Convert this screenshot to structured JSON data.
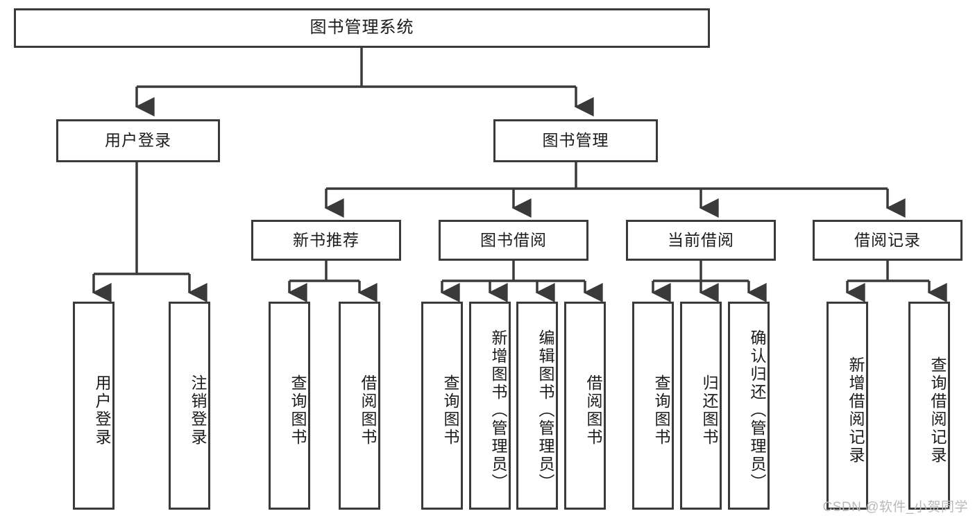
{
  "diagram": {
    "type": "tree-hierarchy",
    "title": "图书管理系统",
    "orientation": "top-down",
    "colors": {
      "box_border": "#3a3a3a",
      "box_fill": "#ffffff",
      "connector": "#3a3a3a",
      "text": "#1b1b1b",
      "watermark": "#b9b9b9"
    },
    "root": {
      "label": "图书管理系统"
    },
    "level1": [
      {
        "label": "用户登录"
      },
      {
        "label": "图书管理"
      }
    ],
    "level2": [
      {
        "label": "新书推荐"
      },
      {
        "label": "图书借阅"
      },
      {
        "label": "当前借阅"
      },
      {
        "label": "借阅记录"
      }
    ],
    "leaves": {
      "user_login": [
        {
          "label": "用户登录"
        },
        {
          "label": "注销登录"
        }
      ],
      "new_book_recommend": [
        {
          "label": "查询图书"
        },
        {
          "label": "借阅图书"
        }
      ],
      "book_borrow": [
        {
          "label": "查询图书"
        },
        {
          "label": "新增图书（管理员）"
        },
        {
          "label": "编辑图书（管理员）"
        },
        {
          "label": "借阅图书"
        }
      ],
      "current_borrow": [
        {
          "label": "查询图书"
        },
        {
          "label": "归还图书"
        },
        {
          "label": "确认归还（管理员）"
        }
      ],
      "borrow_record": [
        {
          "label": "新增借阅记录"
        },
        {
          "label": "查询借阅记录"
        }
      ]
    }
  },
  "watermark": {
    "text": "CSDN @软件_小贺同学"
  }
}
